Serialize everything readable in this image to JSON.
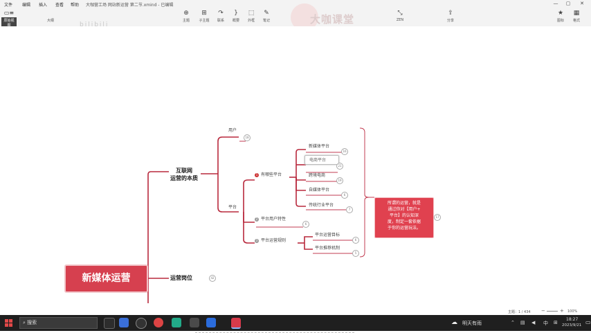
{
  "titlebar": {
    "menus": [
      "文件",
      "编辑",
      "插入",
      "查看",
      "帮助"
    ],
    "doc_title": "大咖营工场 网站新运营 第二节.xmind - 已编辑",
    "win_controls": [
      "—",
      "▢",
      "✕"
    ]
  },
  "toolbar": {
    "left_label_1": "原始视图",
    "left_label_2": "大纲",
    "blur_text": "bilibili",
    "items": [
      {
        "icon": "topic-icon",
        "glyph": "⊕",
        "label": "主题"
      },
      {
        "icon": "subtopic-icon",
        "glyph": "⊞",
        "label": "子主题"
      },
      {
        "icon": "relationship-icon",
        "glyph": "↷",
        "label": "联系"
      },
      {
        "icon": "summary-icon",
        "glyph": "}",
        "label": "概要"
      },
      {
        "icon": "boundary-icon",
        "glyph": "⬚",
        "label": "外框"
      },
      {
        "icon": "note-icon",
        "glyph": "✎",
        "label": "笔记"
      },
      {
        "icon": "zen-icon",
        "glyph": "⤡",
        "label": "ZEN"
      },
      {
        "icon": "share-icon",
        "glyph": "⇪",
        "label": "分享"
      },
      {
        "icon": "format-icon",
        "glyph": "★",
        "label": "图标"
      },
      {
        "icon": "style-icon",
        "glyph": "▦",
        "label": "格式"
      }
    ]
  },
  "watermark": {
    "text": "大咖课堂"
  },
  "mindmap": {
    "root": "新媒体运营",
    "branch1": "互联网\n运营的本质",
    "branch2": "运营岗位",
    "branch2_badge": "42",
    "user": "用户",
    "user_badge": "18",
    "platform": "平台",
    "sub1": "有哪些平台",
    "sub1_num": "1",
    "sub2": "平台用户特性",
    "sub2_num": "2",
    "sub2_badge": "6",
    "sub3": "平台运营规则",
    "sub3_num": "3",
    "platforms": [
      {
        "label": "新媒体平台",
        "badge": "16"
      },
      {
        "label": "电商平台",
        "badge": "21"
      },
      {
        "label": "跨境电商",
        "badge": "19"
      },
      {
        "label": "自媒体平台",
        "badge": "6"
      },
      {
        "label": "传统行业平台",
        "badge": "7"
      }
    ],
    "rules": [
      {
        "label": "平台运营目标",
        "badge": "6"
      },
      {
        "label": "平台推荐机制",
        "badge": "5"
      }
    ],
    "summary": "所谓的运营，就是\n通过你对【用户+\n平台】的认知深\n度，制定一套依据\n于你的运营玩法。",
    "summary_badge": "17"
  },
  "status": {
    "topic_count": "主题：1 / 434",
    "zoom": "100%",
    "zoom_minus": "−",
    "zoom_plus": "+"
  },
  "taskbar": {
    "search_placeholder": "搜索",
    "weather": "明天有雨",
    "time": "18:27",
    "date": "2023/9/21",
    "ime": "中"
  }
}
